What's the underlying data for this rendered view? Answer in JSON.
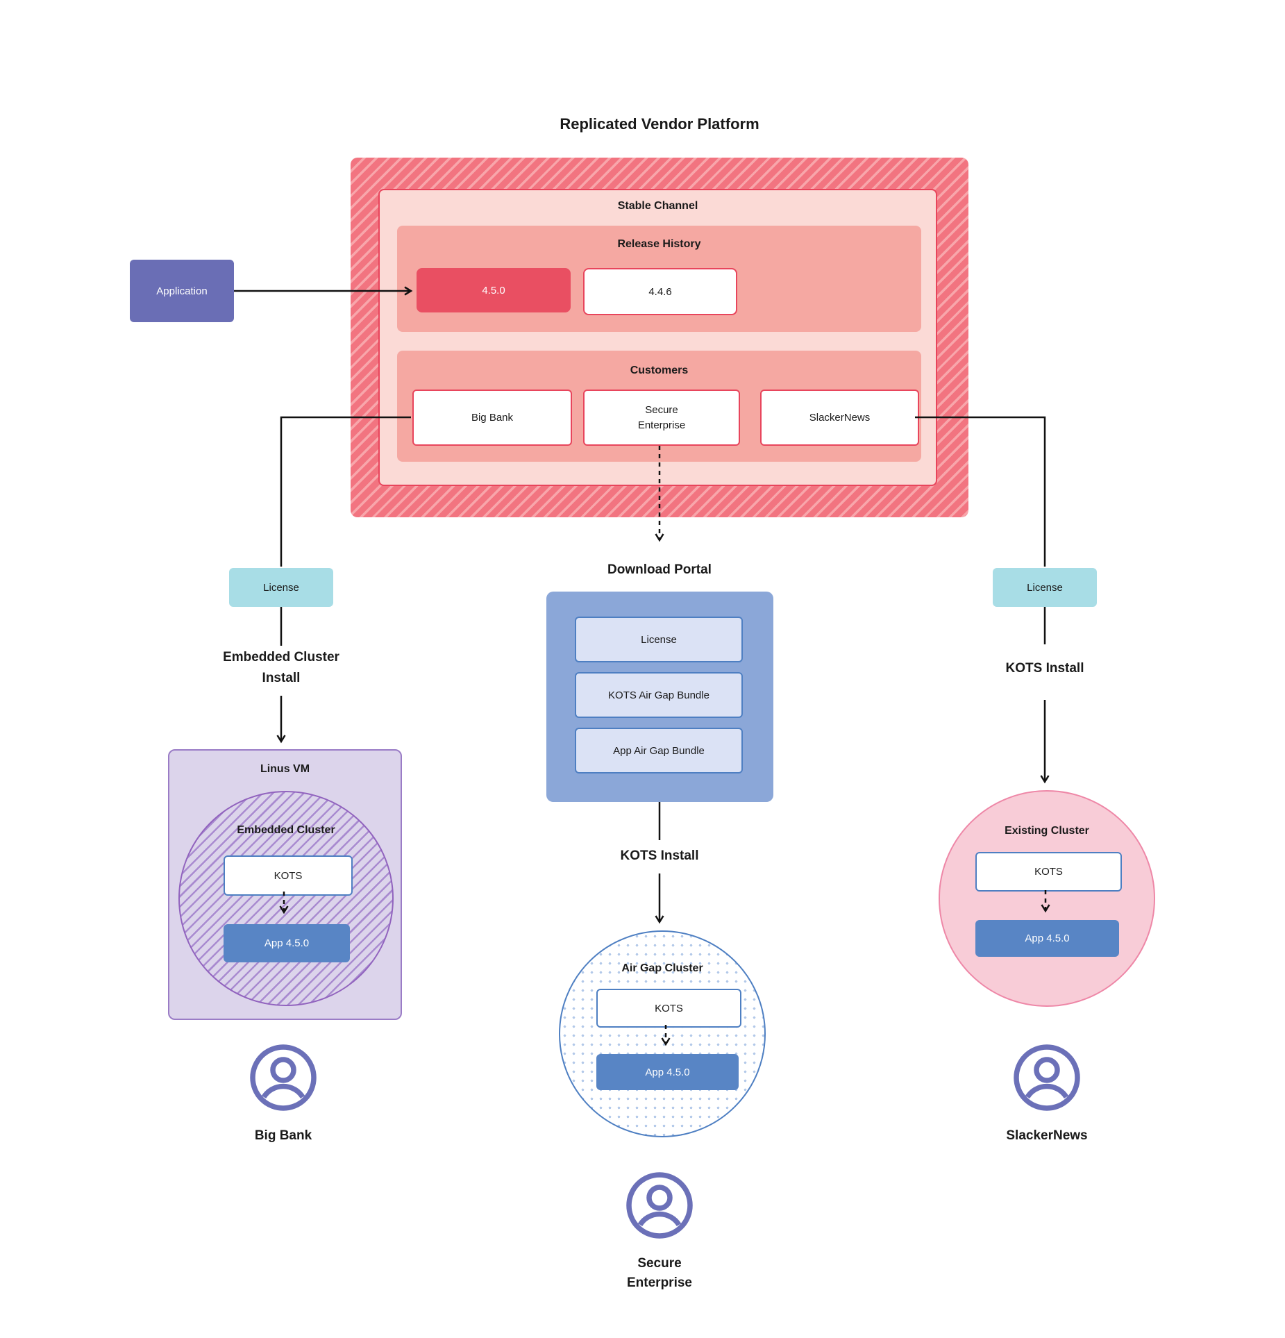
{
  "title": "Replicated Vendor Platform",
  "platform": {
    "stable_channel_label": "Stable Channel",
    "release_history": {
      "label": "Release History",
      "releases": [
        {
          "version": "4.5.0",
          "current": true
        },
        {
          "version": "4.4.6",
          "current": false
        }
      ]
    },
    "customers": {
      "label": "Customers",
      "items": [
        "Big Bank",
        "Secure Enterprise",
        "SlackerNews"
      ]
    }
  },
  "application_label": "Application",
  "download_portal": {
    "title": "Download Portal",
    "items": [
      "License",
      "KOTS Air Gap Bundle",
      "App Air Gap Bundle"
    ]
  },
  "flows": {
    "left": {
      "license": "License",
      "install_line1": "Embedded Cluster",
      "install_line2": "Install"
    },
    "center": {
      "install": "KOTS Install"
    },
    "right": {
      "license": "License",
      "install": "KOTS Install"
    }
  },
  "clusters": {
    "embedded": {
      "host_label": "Linus VM",
      "name": "Embedded Cluster",
      "kots": "KOTS",
      "app": "App 4.5.0",
      "owner": "Big Bank"
    },
    "airgap": {
      "name": "Air Gap Cluster",
      "kots": "KOTS",
      "app": "App 4.5.0",
      "owner_line1": "Secure",
      "owner_line2": "Enterprise"
    },
    "existing": {
      "name": "Existing Cluster",
      "kots": "KOTS",
      "app": "App 4.5.0",
      "owner": "SlackerNews"
    }
  },
  "colors": {
    "red_stripe_base": "#f27480",
    "red_stripe_light": "#f8a6ab",
    "red_border": "#e8455c",
    "pink_light": "#fbdad6",
    "pink_mid": "#f5a8a2",
    "release_current": "#e94f62",
    "application_purple": "#6a6eb5",
    "license_cyan": "#a8dde6",
    "portal_blue": "#8ba7d8",
    "portal_item_blue": "#dbe2f5",
    "blue_border": "#4e7fc2",
    "app_blue": "#5885c5",
    "lavender": "#dcd4eb",
    "purple_border": "#9163be",
    "pink_circle_fill": "#f8ccd7",
    "pink_circle_border": "#ee87a7",
    "user_icon_purple": "#6b70b8"
  }
}
